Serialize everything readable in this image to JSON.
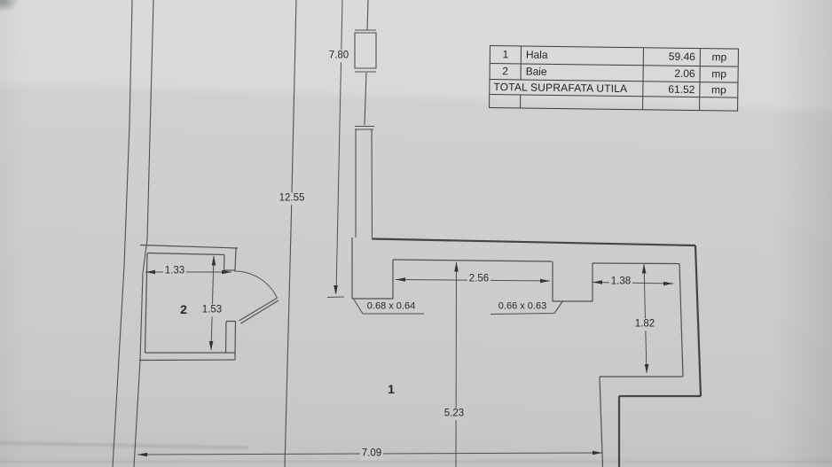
{
  "area_table": {
    "rows": [
      {
        "no": "1",
        "name": "Hala",
        "value": "59.46",
        "unit": "mp"
      },
      {
        "no": "2",
        "name": "Baie",
        "value": "2.06",
        "unit": "mp"
      }
    ],
    "total_row": {
      "label": "TOTAL SUPRAFATA UTILA",
      "value": "61.52",
      "unit": "mp"
    }
  },
  "plan": {
    "room_labels": {
      "hala": "1",
      "baie": "2"
    },
    "dimensions": {
      "dim_7_80": "7.80",
      "dim_12_55": "12.55",
      "dim_1_33": "1.33",
      "dim_1_53": "1.53",
      "dim_2_56": "2.56",
      "dim_1_38": "1.38",
      "dim_1_82": "1.82",
      "dim_5_23": "5.23",
      "dim_7_09": "7.09",
      "window_left": "0.68 x 0.64",
      "window_right": "0.66 x 0.63"
    }
  },
  "colors": {
    "paper": "#d2d0ce",
    "paper_light": "#dbd9d7",
    "paper_dark": "#c6c4c2",
    "ink": "#3c3c3c",
    "text": "#262626"
  }
}
